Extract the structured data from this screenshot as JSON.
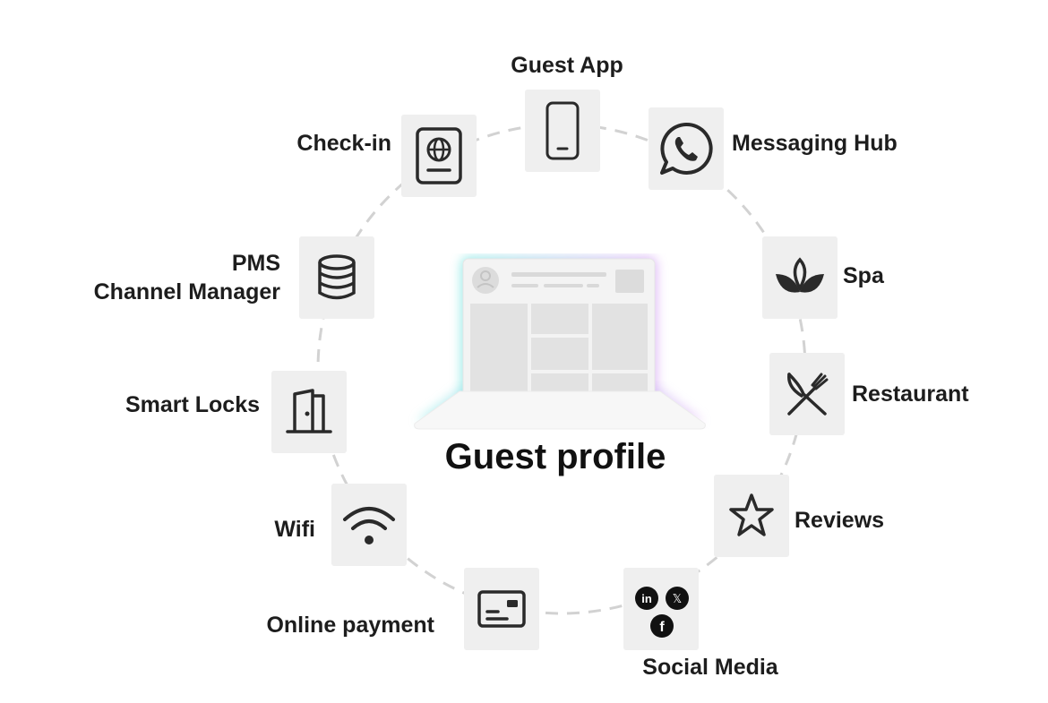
{
  "center": {
    "title": "Guest profile"
  },
  "nodes": [
    {
      "id": "guest-app",
      "label": "Guest App",
      "icon": "smartphone-icon"
    },
    {
      "id": "messaging-hub",
      "label": "Messaging Hub",
      "icon": "whatsapp-icon"
    },
    {
      "id": "spa",
      "label": "Spa",
      "icon": "lotus-icon"
    },
    {
      "id": "restaurant",
      "label": "Restaurant",
      "icon": "fork-knife-icon"
    },
    {
      "id": "reviews",
      "label": "Reviews",
      "icon": "star-icon"
    },
    {
      "id": "social-media",
      "label": "Social Media",
      "icon": "social-icons"
    },
    {
      "id": "online-payment",
      "label": "Online payment",
      "icon": "credit-card-icon"
    },
    {
      "id": "wifi",
      "label": "Wifi",
      "icon": "wifi-icon"
    },
    {
      "id": "smart-locks",
      "label": "Smart Locks",
      "icon": "door-icon"
    },
    {
      "id": "pms",
      "label_lines": [
        "PMS",
        "Channel Manager"
      ],
      "icon": "database-icon"
    },
    {
      "id": "check-in",
      "label": "Check-in",
      "icon": "passport-icon"
    }
  ],
  "social_icons": {
    "linkedin": "in",
    "x": "𝕏",
    "facebook": "f"
  },
  "colors": {
    "tile": "#efefef",
    "icon": "#2a2a2a",
    "ring": "#cfcfcf",
    "text": "#1d1d1d"
  }
}
